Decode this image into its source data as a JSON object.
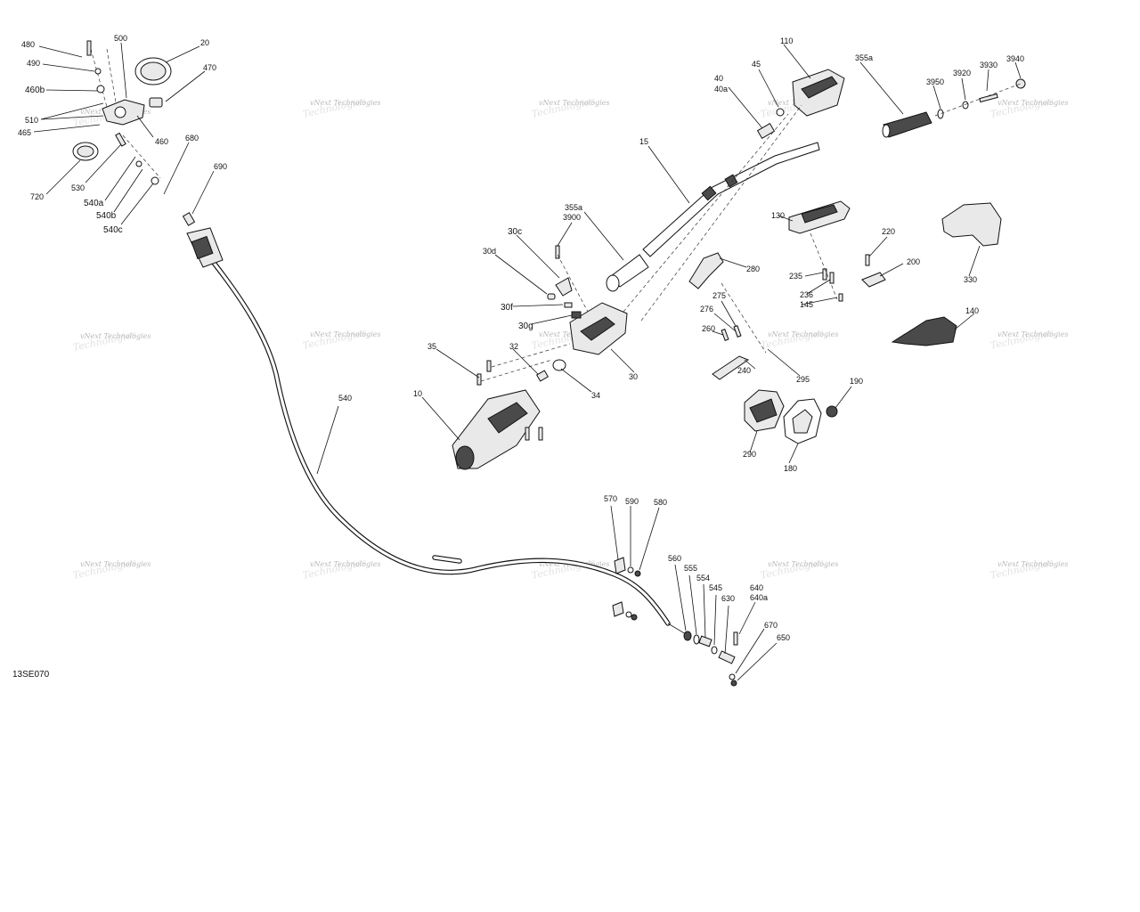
{
  "diagram": {
    "code": "13SE070",
    "watermark": "vNext Technologies",
    "watermark_big": "Technologies"
  },
  "labels": [
    "480",
    "490",
    "460b",
    "510",
    "465",
    "720",
    "500",
    "20",
    "470",
    "460",
    "530",
    "540a",
    "540b",
    "540c",
    "680",
    "690",
    "110",
    "45",
    "40",
    "40a",
    "355a",
    "3950",
    "3920",
    "3930",
    "3940",
    "15",
    "3900",
    "355a",
    "30c",
    "30d",
    "30f",
    "30g",
    "30",
    "35",
    "32",
    "34",
    "10",
    "130",
    "280",
    "220",
    "200",
    "235",
    "236",
    "145",
    "330",
    "275",
    "276",
    "260",
    "240",
    "295",
    "140",
    "190",
    "290",
    "180",
    "540",
    "570",
    "590",
    "580",
    "560",
    "555",
    "554",
    "545",
    "630",
    "640",
    "640a",
    "670",
    "650"
  ]
}
